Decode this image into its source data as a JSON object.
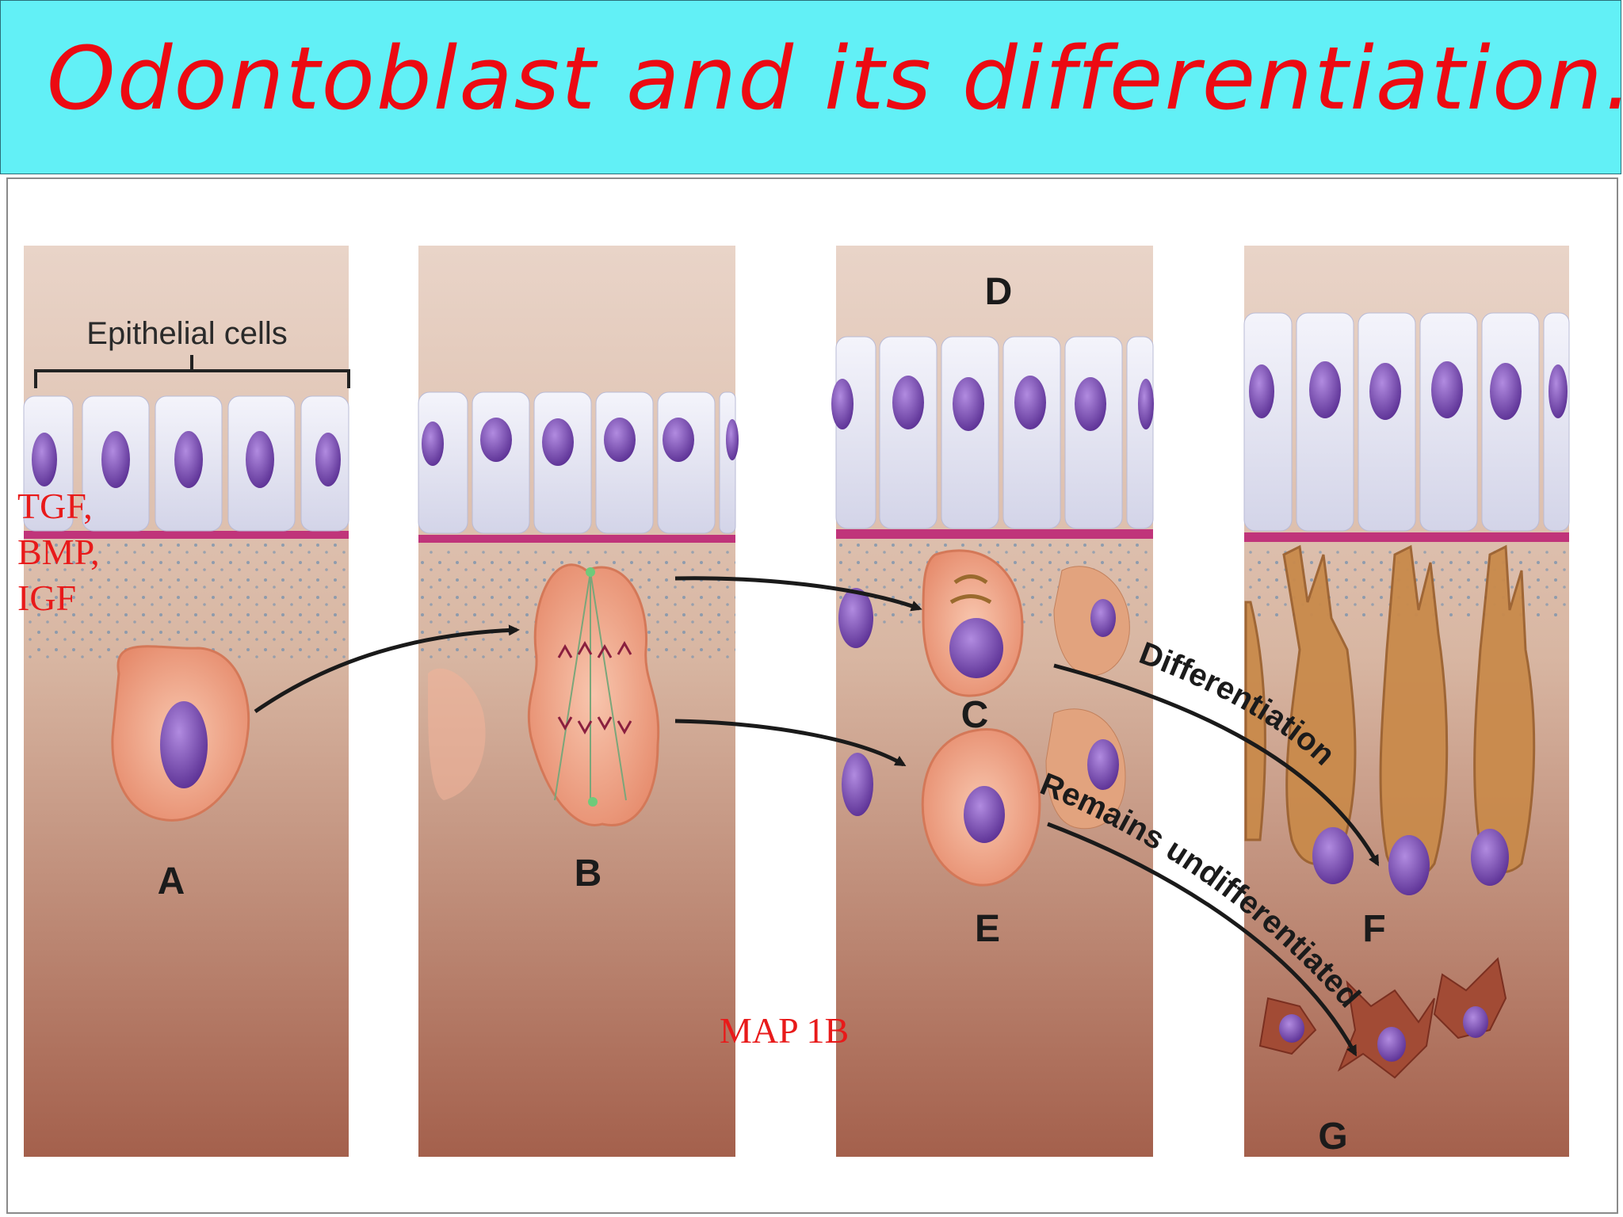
{
  "slide": {
    "title": "Odontoblast and its differentiation…",
    "title_color": "#ec0a12",
    "header_bg": "#62f0f6"
  },
  "annotations": {
    "factors": [
      "TGF,",
      "BMP,",
      "IGF"
    ],
    "map_label": "MAP 1B"
  },
  "figure": {
    "epithelial_label": "Epithelial cells",
    "stage_labels": [
      "A",
      "B",
      "C",
      "D",
      "E",
      "F",
      "G"
    ],
    "arrow_differentiation": "Differentiation",
    "arrow_undifferentiated": "Remains undifferentiated",
    "colors": {
      "nucleus": "#7b4fb0",
      "epithelium": "#e7e7f2",
      "basement_membrane": "#c0347a",
      "mesenchyme": "#c89a80",
      "cell_body": "#f2a98a",
      "odontoblast": "#c98a4b"
    }
  }
}
